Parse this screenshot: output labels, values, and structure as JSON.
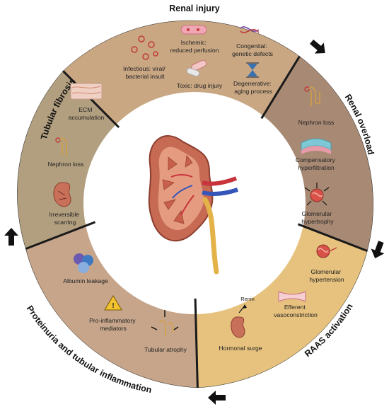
{
  "colors": {
    "renal_injury": "#c9a783",
    "renal_overload": "#a88a74",
    "raas": "#e6c27e",
    "proteinuria": "#c6a58a",
    "fibrosis": "#b29f7f",
    "inner": "#ffffff",
    "divider": "#1a1a1a",
    "arrow": "#111111"
  },
  "sectors": {
    "renal_injury": {
      "title": "Renal injury",
      "infectious": [
        "Infectious: viral/",
        "bacterial insult"
      ],
      "ischemic": [
        "Ischemic:",
        "reduced perfusion"
      ],
      "congenital": [
        "Congenital:",
        "genetic defects"
      ],
      "toxic": "Toxic: drug injury",
      "degenerative": [
        "Degenerative:",
        "aging process"
      ]
    },
    "renal_overload": {
      "title": "Renal overload",
      "nephron_loss": "Nephron loss",
      "hyperfiltration": [
        "Compensatory",
        "hyperfiltration"
      ],
      "hypertrophy": [
        "Glomerular",
        "hypertrophy"
      ]
    },
    "raas": {
      "title": "RAAS activation",
      "hypertension": [
        "Glomerular",
        "hypertension"
      ],
      "vasoconstriction": [
        "Efferent",
        "vasoconstriction"
      ],
      "renin": "Renin",
      "hormonal_surge": "Hormonal surge"
    },
    "proteinuria": {
      "title": "Proteinuria and tubular inflammation",
      "albumin": "Albumin leakage",
      "mediators": [
        "Pro-inflammatory",
        "mediators"
      ],
      "atrophy": "Tubular atrophy"
    },
    "fibrosis": {
      "title": "Tubular fibrosis",
      "ecm": [
        "ECM",
        "accumulation"
      ],
      "nephron_loss": "Nephron loss",
      "scarring": [
        "Irreversible",
        "scarring"
      ]
    }
  }
}
